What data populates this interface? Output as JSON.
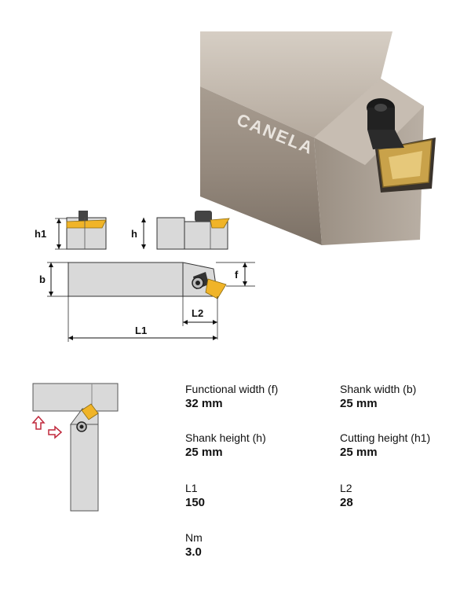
{
  "photo": {
    "brand": "CANELA"
  },
  "dimensions": {
    "h1": "h1",
    "h": "h",
    "b": "b",
    "f": "f",
    "l1": "L1",
    "l2": "L2"
  },
  "specs": {
    "functional_width": {
      "label": "Functional width (f)",
      "value": "32 mm"
    },
    "shank_width": {
      "label": "Shank width (b)",
      "value": "25 mm"
    },
    "shank_height": {
      "label": "Shank height (h)",
      "value": "25 mm"
    },
    "cutting_height": {
      "label": "Cutting height (h1)",
      "value": "25 mm"
    },
    "l1": {
      "label": "L1",
      "value": "150"
    },
    "l2": {
      "label": "L2",
      "value": "28"
    },
    "nm": {
      "label": "Nm",
      "value": "3.0"
    }
  },
  "colors": {
    "insert": "#f0b428",
    "body": "#d9d9d9",
    "shank_photo": "#a69a8e",
    "arrow": "#c0283c"
  }
}
